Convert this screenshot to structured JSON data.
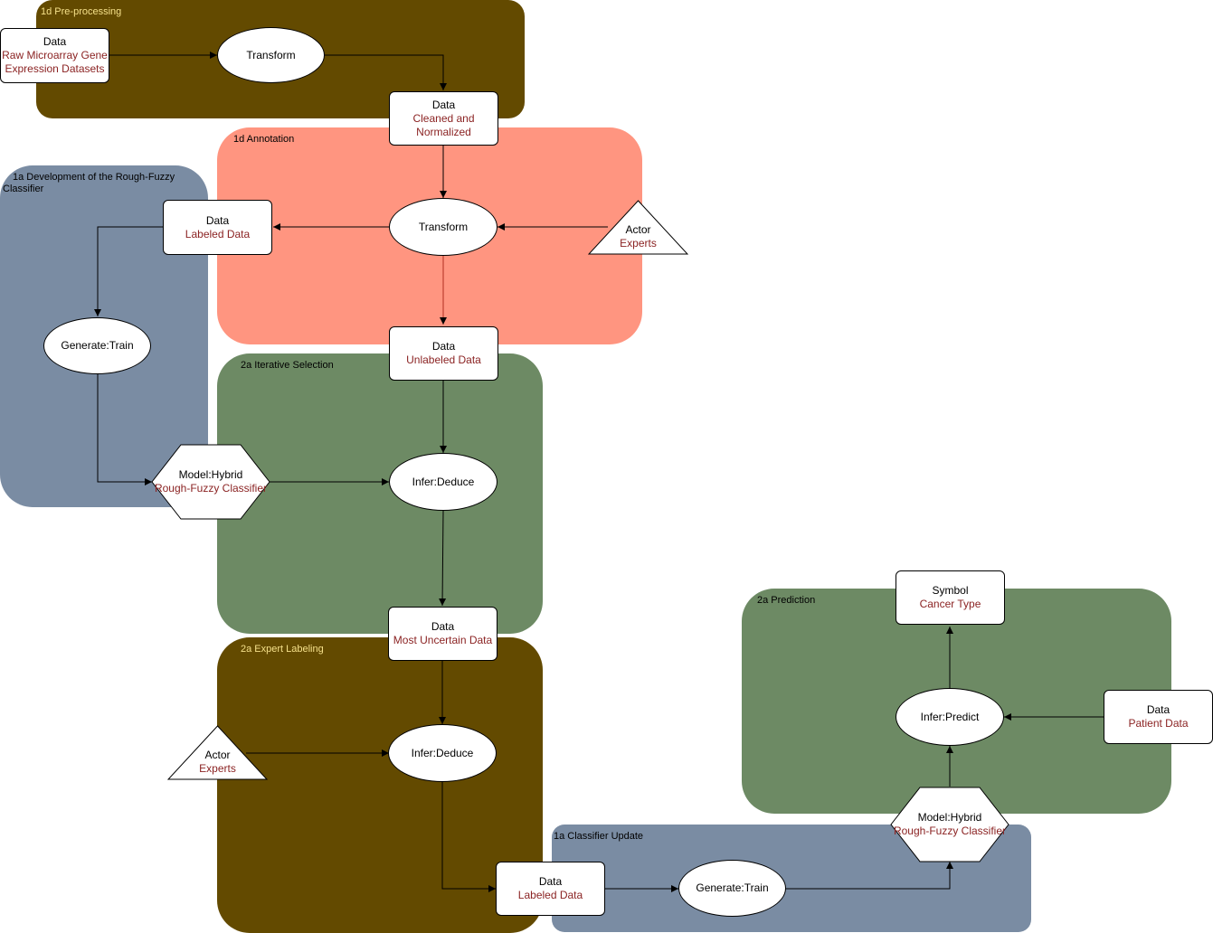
{
  "regions": {
    "preprocessing": {
      "label": "1d Pre-processing",
      "color": "#634a00",
      "label_color": "#f5e08a"
    },
    "annotation": {
      "label": "1d Annotation",
      "color": "#ff9580",
      "label_color": "#000000"
    },
    "development": {
      "label": "1a Development of the Rough-Fuzzy Classifier",
      "color": "#7a8ca3",
      "label_color": "#000000"
    },
    "iterative_selection": {
      "label": "2a Iterative Selection",
      "color": "#6d8a64",
      "label_color": "#000000"
    },
    "expert_labeling": {
      "label": "2a Expert Labeling",
      "color": "#634a00",
      "label_color": "#f5e08a"
    },
    "prediction": {
      "label": "2a Prediction",
      "color": "#6d8a64",
      "label_color": "#000000"
    },
    "classifier_update": {
      "label": "1a Classifier Update",
      "color": "#7a8ca3",
      "label_color": "#000000"
    }
  },
  "nodes": {
    "raw_data": {
      "title": "Data",
      "sub": "Raw Microarray Gene Expression Datasets"
    },
    "transform1": {
      "title": "Transform"
    },
    "cleaned_data": {
      "title": "Data",
      "sub": "Cleaned and Normalized"
    },
    "transform2": {
      "title": "Transform"
    },
    "actor_experts1": {
      "title": "Actor",
      "sub": "Experts"
    },
    "labeled_data1": {
      "title": "Data",
      "sub": "Labeled Data"
    },
    "generate_train1": {
      "title": "Generate:Train"
    },
    "model_hybrid1": {
      "title": "Model:Hybrid",
      "sub": "Rough-Fuzzy Classifier"
    },
    "unlabeled_data": {
      "title": "Data",
      "sub": "Unlabeled Data"
    },
    "infer_deduce1": {
      "title": "Infer:Deduce"
    },
    "most_uncertain": {
      "title": "Data",
      "sub": "Most Uncertain Data"
    },
    "infer_deduce2": {
      "title": "Infer:Deduce"
    },
    "actor_experts2": {
      "title": "Actor",
      "sub": "Experts"
    },
    "labeled_data2": {
      "title": "Data",
      "sub": "Labeled Data"
    },
    "generate_train2": {
      "title": "Generate:Train"
    },
    "model_hybrid2": {
      "title": "Model:Hybrid",
      "sub": "Rough-Fuzzy Classifier"
    },
    "infer_predict": {
      "title": "Infer:Predict"
    },
    "patient_data": {
      "title": "Data",
      "sub": "Patient Data"
    },
    "cancer_type": {
      "title": "Symbol",
      "sub": "Cancer Type"
    }
  }
}
